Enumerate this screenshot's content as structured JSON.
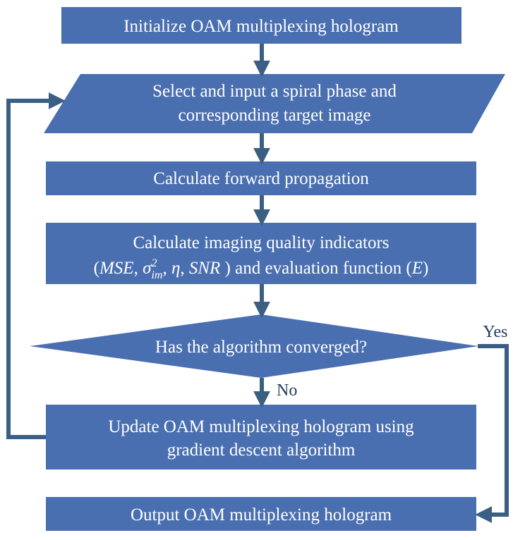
{
  "colors": {
    "box_fill": "#4a6fb0",
    "connector": "#3b5f82",
    "box_text": "#ffffff",
    "label_text": "#1f3a5c"
  },
  "nodes": {
    "initialize": "Initialize OAM multiplexing hologram",
    "select_line1": "Select and input a spiral phase and",
    "select_line2": "corresponding target image",
    "forward": "Calculate forward propagation",
    "quality_line1": "Calculate imaging quality indicators",
    "quality_line2": {
      "open_paren": "(",
      "mse": "MSE",
      "sep1": ", ",
      "sigma": "σ",
      "sigma_sup": "2",
      "sigma_sub": "im",
      "sep2": ", ",
      "eta": "η",
      "sep3": ", ",
      "snr": "SNR",
      "close": " ) and evaluation function (",
      "e": "E",
      "end": ")"
    },
    "decision": "Has the algorithm converged?",
    "update_line1": "Update OAM multiplexing hologram using",
    "update_line2": "gradient descent algorithm",
    "output": "Output OAM multiplexing hologram"
  },
  "labels": {
    "yes": "Yes",
    "no": "No"
  }
}
